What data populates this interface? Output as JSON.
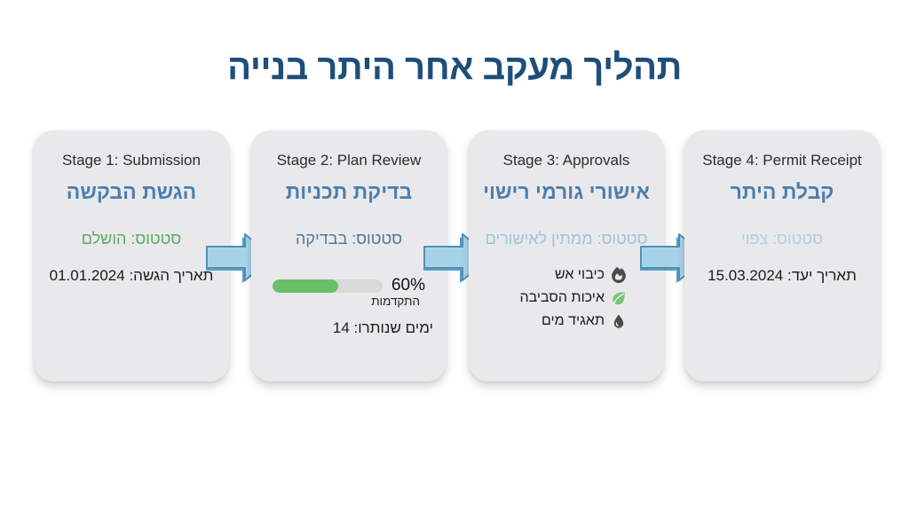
{
  "title": "תהליך מעקב אחר היתר בנייה",
  "colors": {
    "title_blue": "#1e4e79",
    "heading_blue": "#4b7eae",
    "card_background": "#e9e9ec",
    "arrow_fill": "#a7d3e9",
    "arrow_edge": "#4e91b9",
    "status_done_green": "#5fa95f",
    "status_review_blue": "#4c7899",
    "status_waiting_lightblue": "#9bc3da",
    "status_expected_lightblue": "#abcfe3",
    "progress_fill_green": "#6abf68",
    "progress_track_gray": "#d9d9d9",
    "icon_dark_gray": "#4a4a4a",
    "leaf_green": "#7cc576"
  },
  "stages": [
    {
      "stage_label": "Stage 1: Submission",
      "heading": "הגשת הבקשה",
      "status": "סטטוס: הושלם",
      "date": "תאריך הגשה: 01.01.2024"
    },
    {
      "stage_label": "Stage 2: Plan Review",
      "heading": "בדיקת תכניות",
      "status": "סטטוס: בבדיקה",
      "progress": {
        "percent": 60,
        "percent_label": "60%",
        "caption": "התקדמות"
      },
      "days_remaining": "ימים שנותרו: 14"
    },
    {
      "stage_label": "Stage 3: Approvals",
      "heading": "אישורי גורמי רישוי",
      "status": "סטטוס: ממתין לאישורים",
      "approvals": [
        {
          "icon": "fire-icon",
          "label": "כיבוי אש"
        },
        {
          "icon": "leaf-icon",
          "label": "איכות הסביבה"
        },
        {
          "icon": "water-drop-icon",
          "label": "תאגיד מים"
        }
      ]
    },
    {
      "stage_label": "Stage 4: Permit Receipt",
      "heading": "קבלת היתר",
      "status": "סטטוס: צפוי",
      "date": "תאריך יעד: 15.03.2024"
    }
  ]
}
